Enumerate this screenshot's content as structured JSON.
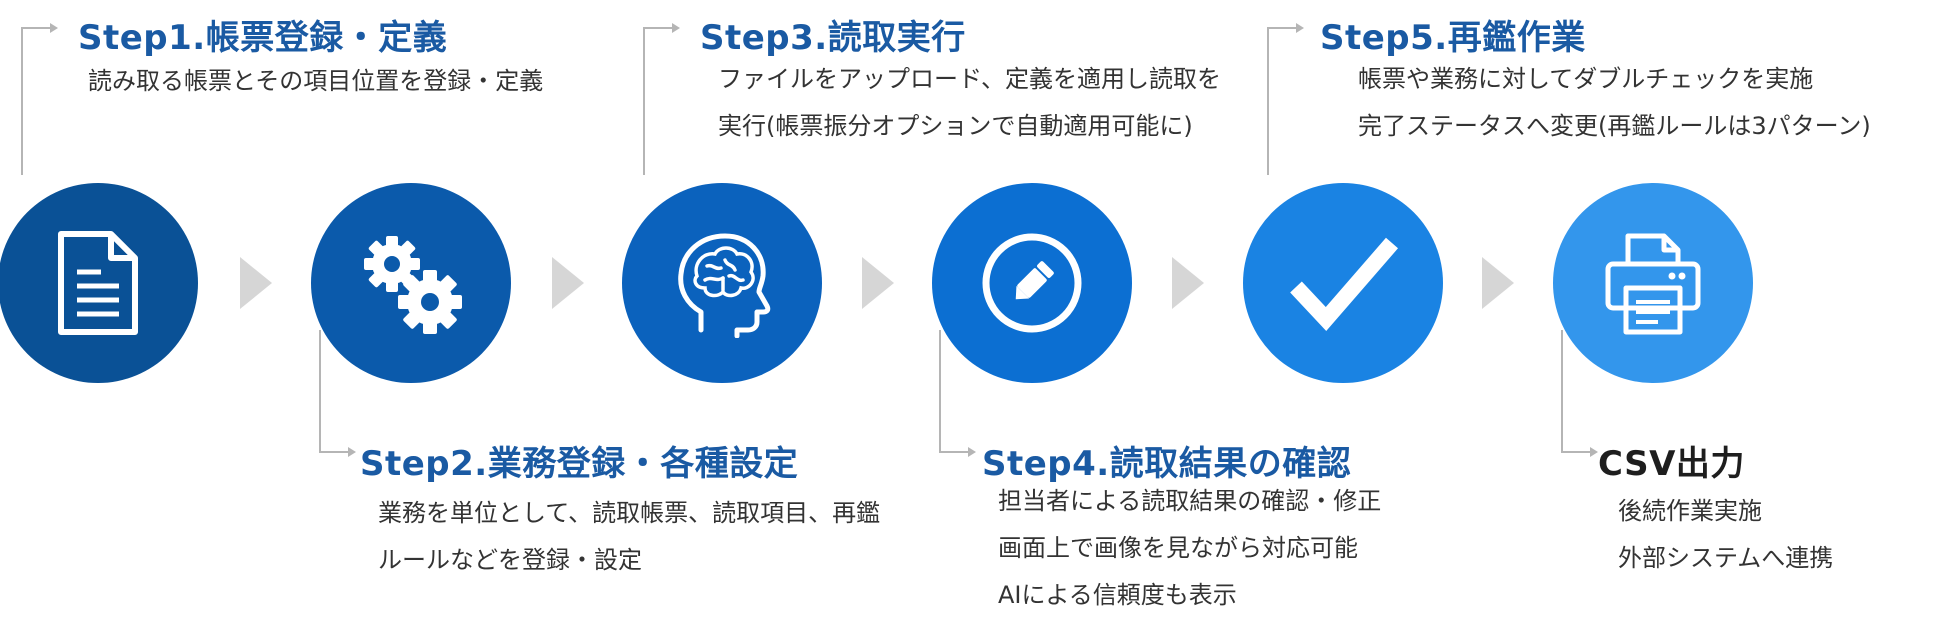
{
  "colors": {
    "step1": "#0a5196",
    "step2": "#0b5aab",
    "step3": "#0b62bd",
    "step4": "#0c6fd2",
    "step5": "#1a83e3",
    "output": "#3396ec",
    "title": "#1a5aa3",
    "arrow": "#d6d6d6",
    "connector": "#b5b5b5"
  },
  "steps": [
    {
      "title": "Step1.帳票登録・定義",
      "icon": "document-icon",
      "lines": [
        "読み取る帳票とその項目位置を登録・定義"
      ]
    },
    {
      "title": "Step2.業務登録・各種設定",
      "icon": "gears-icon",
      "lines": [
        "業務を単位として、読取帳票、読取項目、再鑑",
        "ルールなどを登録・設定"
      ]
    },
    {
      "title": "Step3.読取実行",
      "icon": "brain-head-icon",
      "lines": [
        "ファイルをアップロード、定義を適用し読取を",
        "実行(帳票振分オプションで自動適用可能に)"
      ]
    },
    {
      "title": "Step4.読取結果の確認",
      "icon": "pencil-icon",
      "lines": [
        "担当者による読取結果の確認・修正",
        "画面上で画像を見ながら対応可能",
        "AIによる信頼度も表示"
      ]
    },
    {
      "title": "Step5.再鑑作業",
      "icon": "checkmark-icon",
      "lines": [
        "帳票や業務に対してダブルチェックを実施",
        "完了ステータスへ変更(再鑑ルールは3パターン)"
      ]
    },
    {
      "title": "CSV出力",
      "icon": "printer-icon",
      "lines": [
        "後続作業実施",
        "外部システムへ連携"
      ]
    }
  ]
}
